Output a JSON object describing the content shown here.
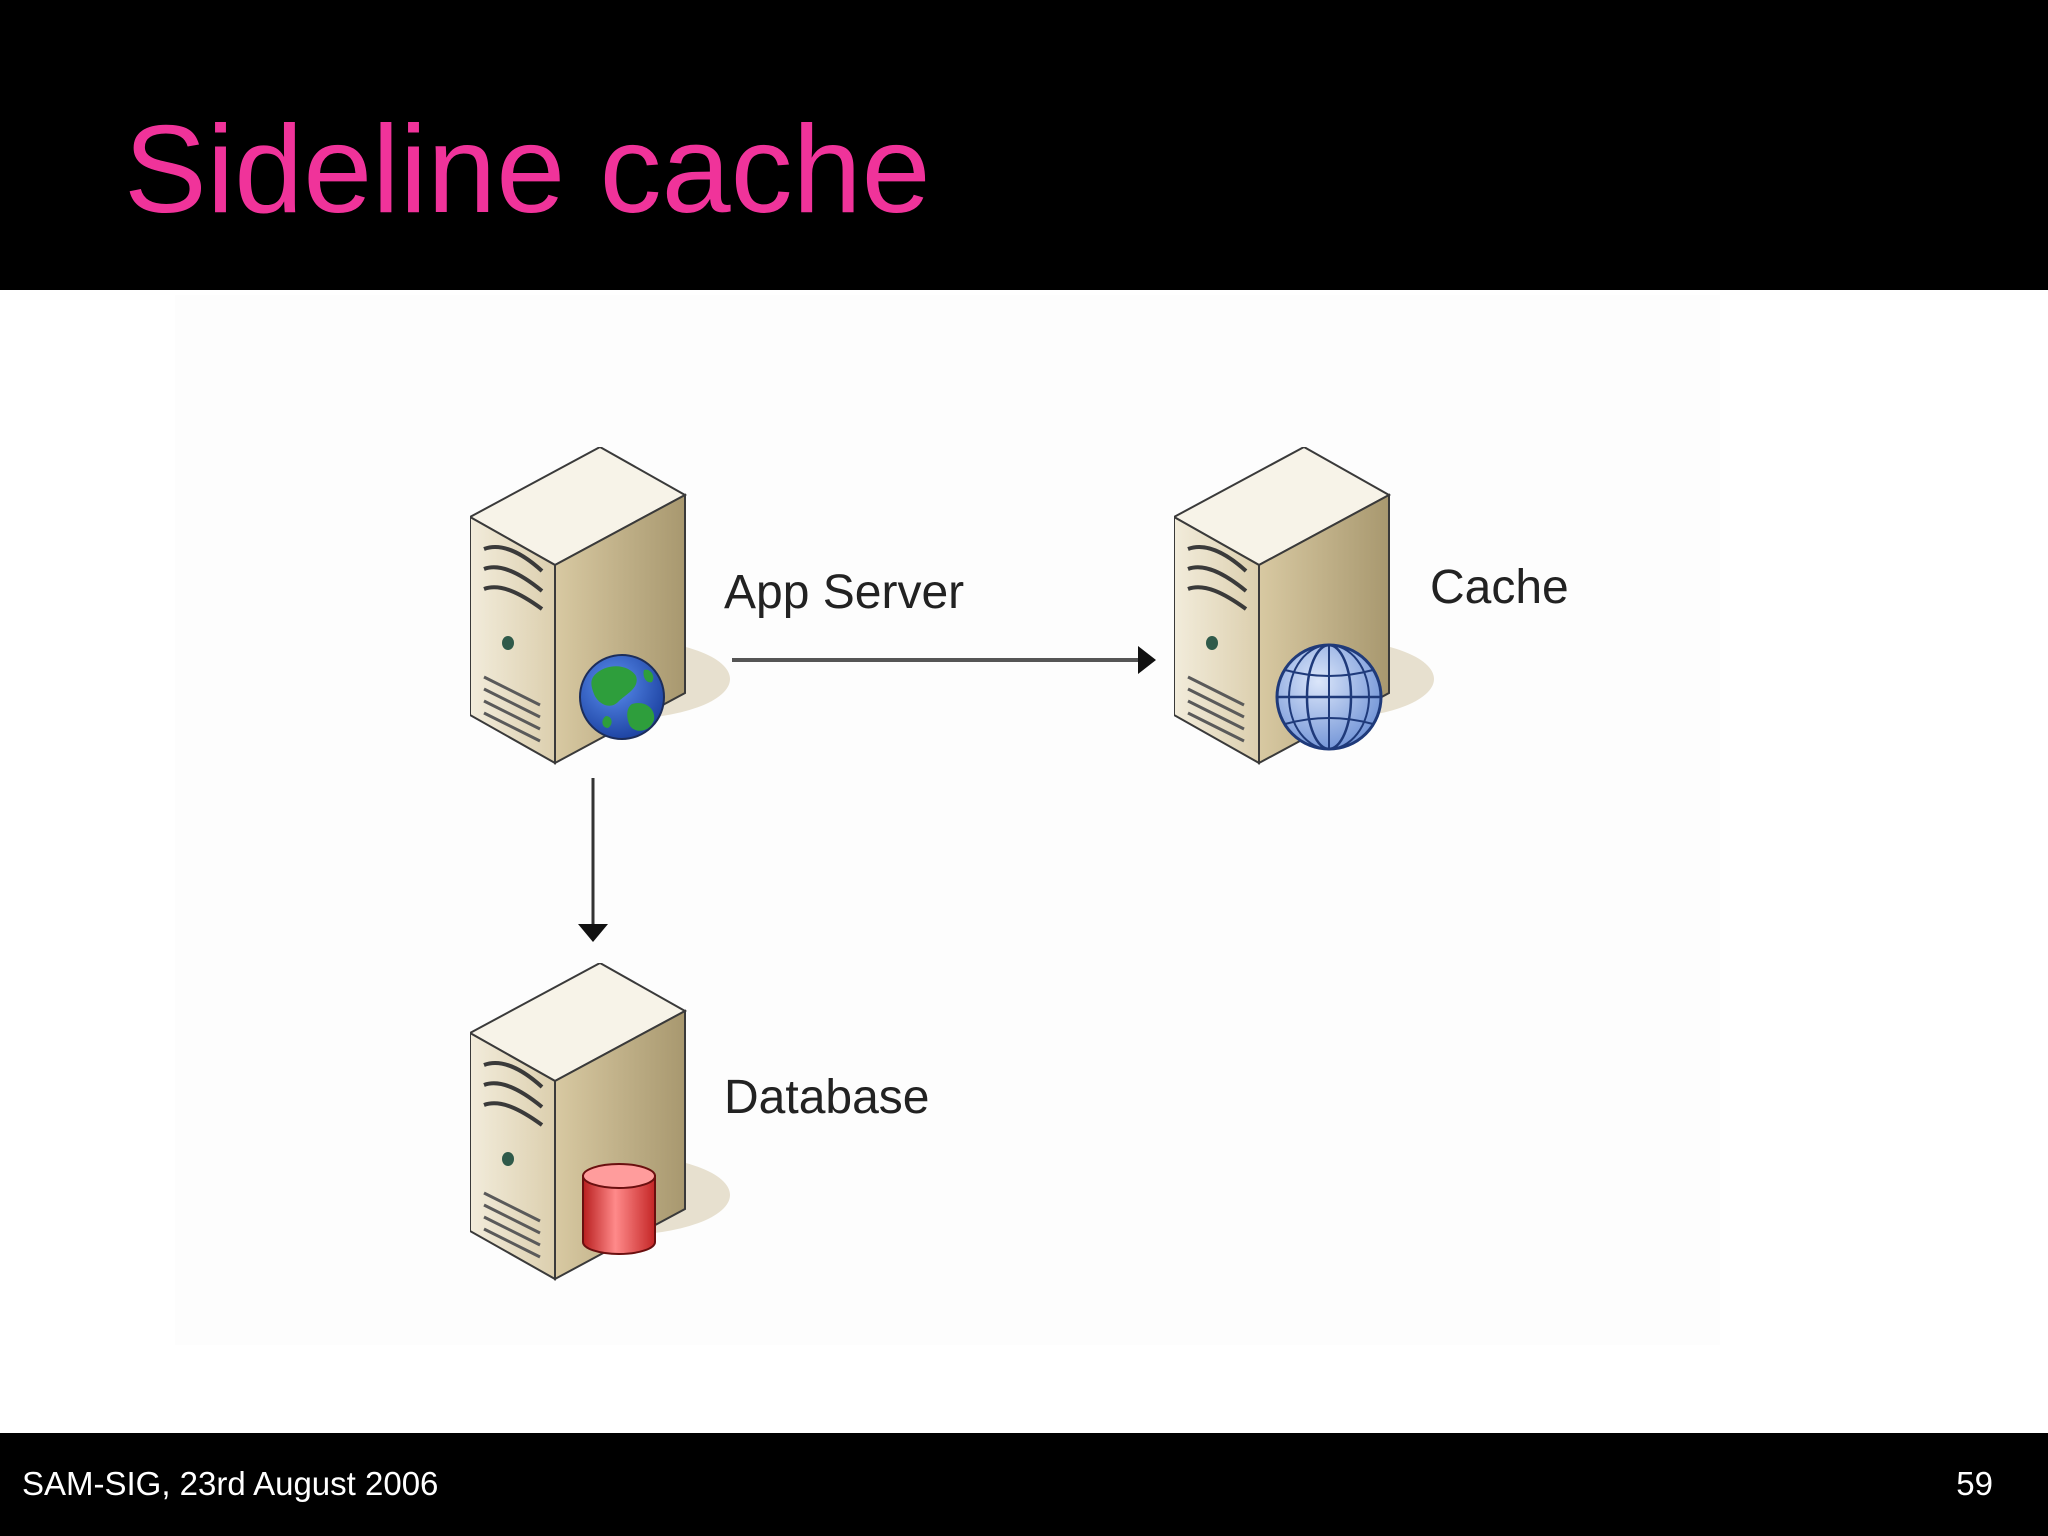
{
  "slide": {
    "title": "Sideline cache",
    "footer": "SAM-SIG, 23rd August 2006",
    "page_number": "59"
  },
  "diagram": {
    "nodes": {
      "app_server": {
        "label": "App Server",
        "icon": "server-globe-icon"
      },
      "cache": {
        "label": "Cache",
        "icon": "server-wireframe-globe-icon"
      },
      "database": {
        "label": "Database",
        "icon": "server-database-icon"
      }
    },
    "edges": [
      {
        "from": "App Server",
        "to": "Cache",
        "direction": "right"
      },
      {
        "from": "App Server",
        "to": "Database",
        "direction": "down"
      }
    ]
  },
  "colors": {
    "title": "#f0339a",
    "bars": "#000000",
    "server_front": "#e6dcc4",
    "server_side": "#bfb08c",
    "globe_ocean": "#2a5fd0",
    "globe_land": "#2e9e3c",
    "cache_globe": "#8fb0e6",
    "database_cylinder": "#e63a3a"
  }
}
